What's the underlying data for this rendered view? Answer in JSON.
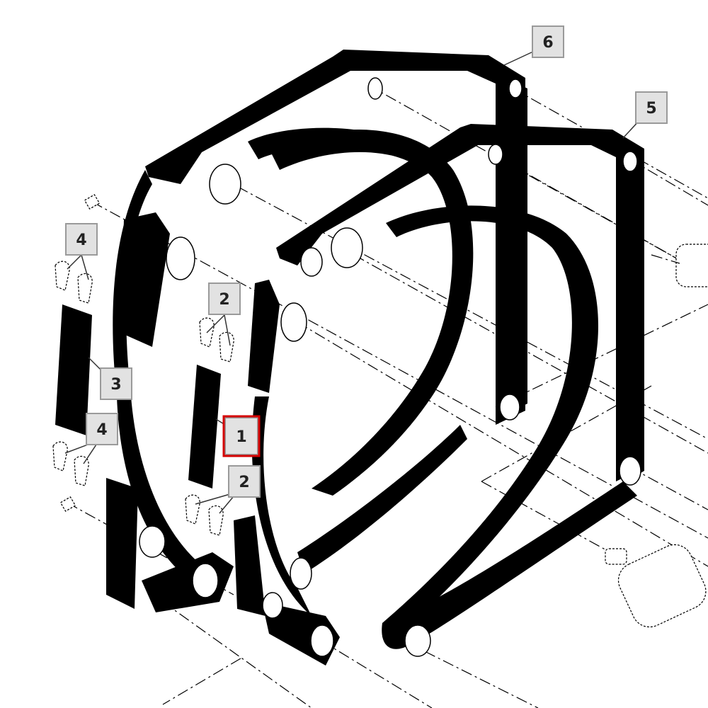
{
  "callouts": [
    {
      "id": "1",
      "label": "1",
      "selected": true
    },
    {
      "id": "2a",
      "label": "2"
    },
    {
      "id": "2b",
      "label": "2"
    },
    {
      "id": "3",
      "label": "3"
    },
    {
      "id": "4a",
      "label": "4"
    },
    {
      "id": "4b",
      "label": "4"
    },
    {
      "id": "5",
      "label": "5"
    },
    {
      "id": "6",
      "label": "6"
    }
  ],
  "colors": {
    "selection": "#d40000",
    "callout_fill": "#e2e2e2",
    "ink": "#000000"
  }
}
